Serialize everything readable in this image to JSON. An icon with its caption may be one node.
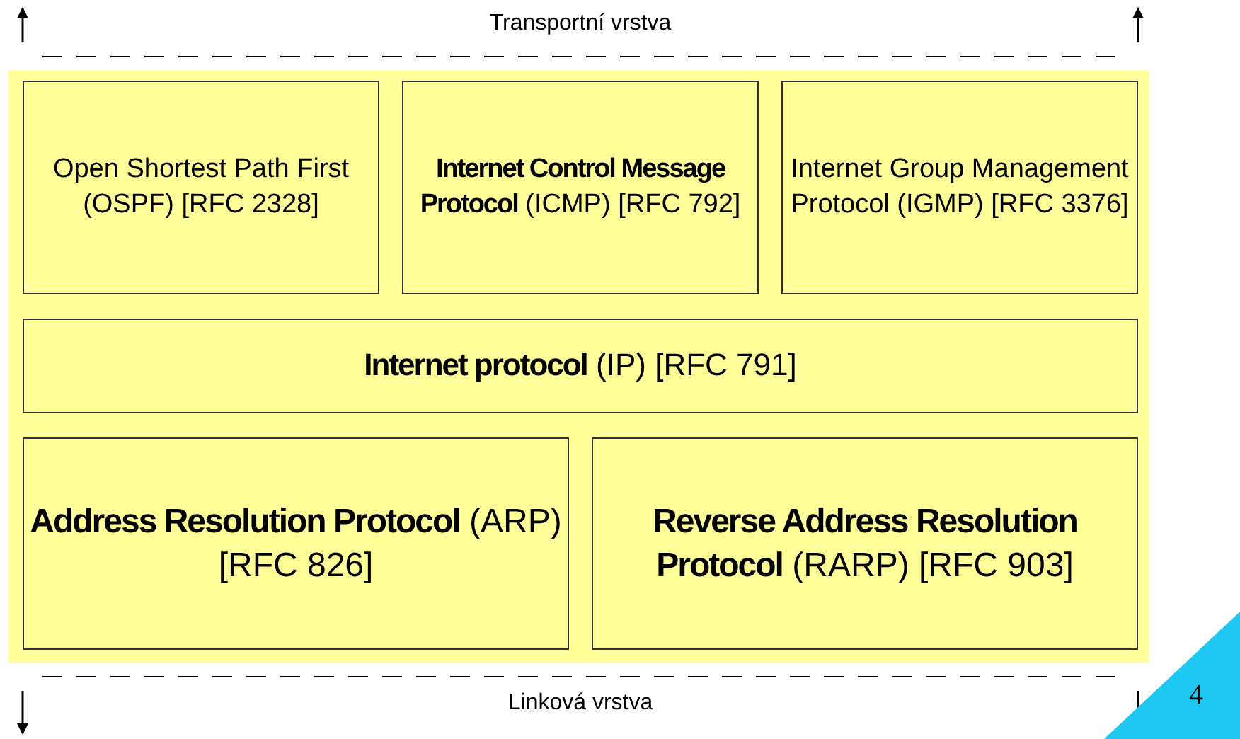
{
  "diagram": {
    "nodes": [
      {
        "text": [],
        "shape": "box"
      },
      {
        "text": [
          "Open Shortest Path First (OSPF) [RFC 2328]"
        ],
        "in": 0
      },
      {
        "text": [
          "**Internet Control Message Protocol** (ICMP) [RFC 792]"
        ],
        "in": 0
      },
      {
        "text": [
          "Internet Group Management Protocol (IGMP) [RFC 3376]"
        ],
        "in": 0
      },
      {
        "text": [
          "**Internet protocol** (IP) [RFC 791]"
        ],
        "in": 0
      },
      {
        "text": [
          "**Address Resolution Protocol** (ARP) [RFC 826]"
        ],
        "in": 0
      },
      {
        "text": [
          "**Reverse Address Resolution Protocol** (RARP) [RFC 903]"
        ],
        "in": 0
      }
    ],
    "edges": [],
    "labels": [
      "Transportní vrstva",
      "Linková vrstva",
      "4"
    ]
  }
}
